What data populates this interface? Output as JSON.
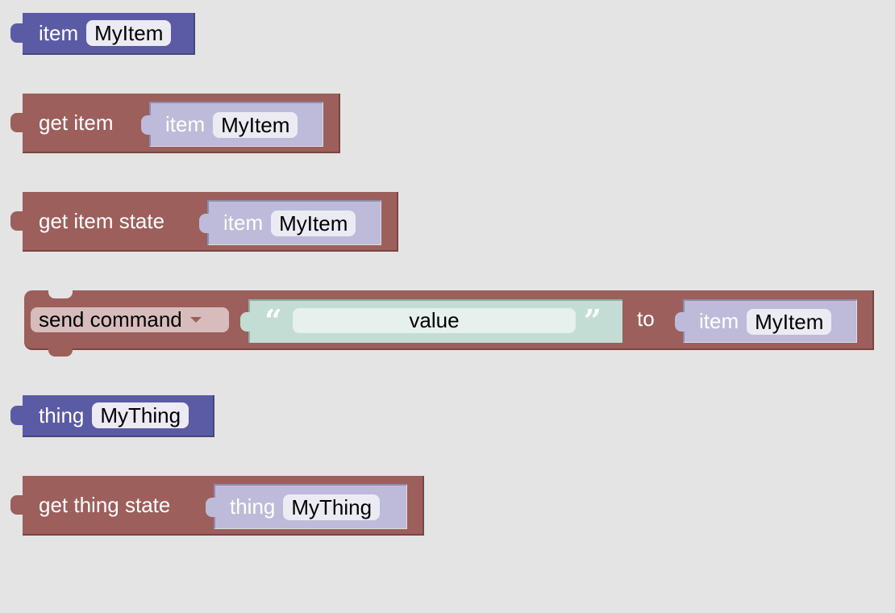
{
  "blocks": {
    "item_block": {
      "label": "item",
      "value": "MyItem"
    },
    "get_item": {
      "label": "get item",
      "inner_label": "item",
      "inner_value": "MyItem"
    },
    "get_item_state": {
      "label": "get item state",
      "inner_label": "item",
      "inner_value": "MyItem"
    },
    "send_command": {
      "dropdown": "send command",
      "open_quote": "“",
      "text_value": "value",
      "close_quote": "”",
      "to_label": "to",
      "inner_label": "item",
      "inner_value": "MyItem"
    },
    "thing_block": {
      "label": "thing",
      "value": "MyThing"
    },
    "get_thing_state": {
      "label": "get thing state",
      "inner_label": "thing",
      "inner_value": "MyThing"
    }
  },
  "colors": {
    "item": "#5b5ba5",
    "action": "#9c5f5c",
    "text": "#c3ddd4"
  }
}
